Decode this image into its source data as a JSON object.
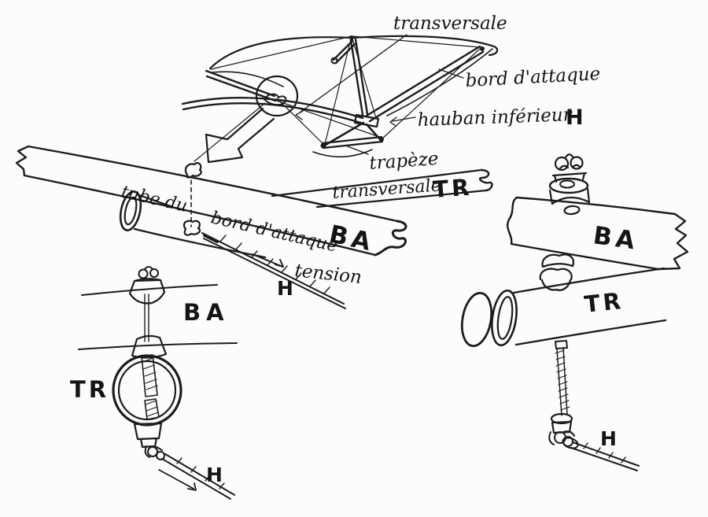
{
  "page": {
    "paper_color": "#fcfcfb",
    "ink_color": "#1c1c1c",
    "description": "Hand-drawn hang glider rigging sketch with exploded hardware details"
  },
  "glider_labels": {
    "transversale": "transversale",
    "bord_dattaque": "bord d'attaque",
    "hauban_inferieur": "hauban inférieur",
    "hauban_h": "H",
    "trapeze": "trapèze"
  },
  "tube_labels": {
    "tube_du": "tube du",
    "bord_dattaque": "bord d'attaque",
    "ba": "BA",
    "transversale": "transversale",
    "tr": "TR",
    "tension": "tension",
    "h": "H"
  },
  "left_detail": {
    "ba": "BA",
    "tr": "TR",
    "h": "H"
  },
  "right_detail": {
    "ba": "BA",
    "tr": "TR",
    "h": "H"
  }
}
